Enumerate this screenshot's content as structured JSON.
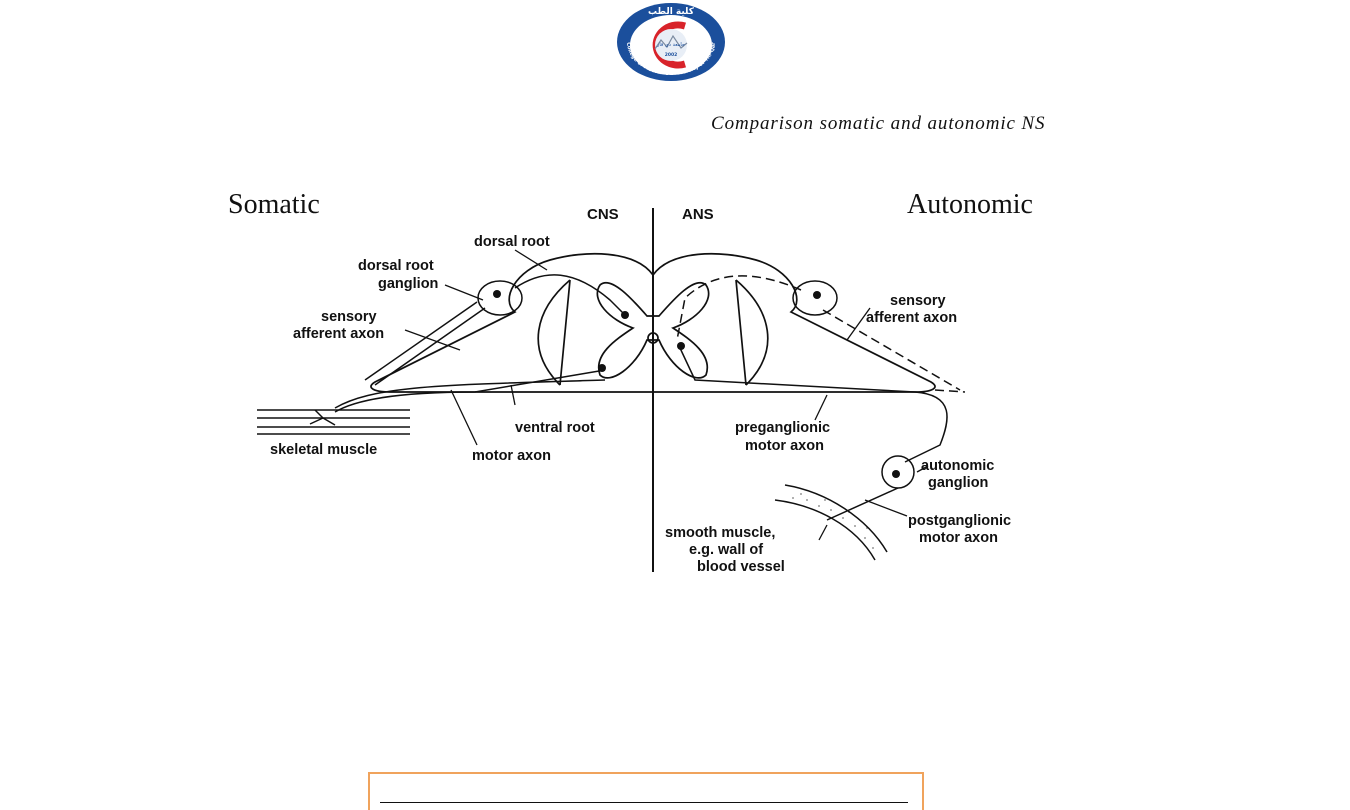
{
  "logo": {
    "arabic_top": "كلية الطب",
    "arabic_center": "جامعة ذي قار",
    "year": "2002",
    "ring_text": "College of Medicine University of Thi-Qar",
    "colors": {
      "navy": "#1b4f9c",
      "red": "#d8232a",
      "light": "#e8eef6"
    }
  },
  "caption": "Comparison somatic and autonomic NS",
  "diagram": {
    "title_left": "Somatic",
    "title_right": "Autonomic",
    "header_left": "CNS",
    "header_right": "ANS",
    "labels": {
      "dorsal_root": "dorsal root",
      "drg_1": "dorsal root",
      "drg_2": "ganglion",
      "sens_l1": "sensory",
      "sens_l2": "afferent axon",
      "sens_r1": "sensory",
      "sens_r2": "afferent axon",
      "skeletal_muscle": "skeletal muscle",
      "ventral_root": "ventral root",
      "motor_axon": "motor axon",
      "pregang_1": "preganglionic",
      "pregang_2": "motor axon",
      "auto_gang_1": "autonomic",
      "auto_gang_2": "ganglion",
      "postgang_1": "postganglionic",
      "postgang_2": "motor axon",
      "smooth_1": "smooth muscle,",
      "smooth_2": "e.g. wall of",
      "smooth_3": "blood vessel"
    }
  },
  "footer": {
    "border_color": "#f0a35c"
  }
}
